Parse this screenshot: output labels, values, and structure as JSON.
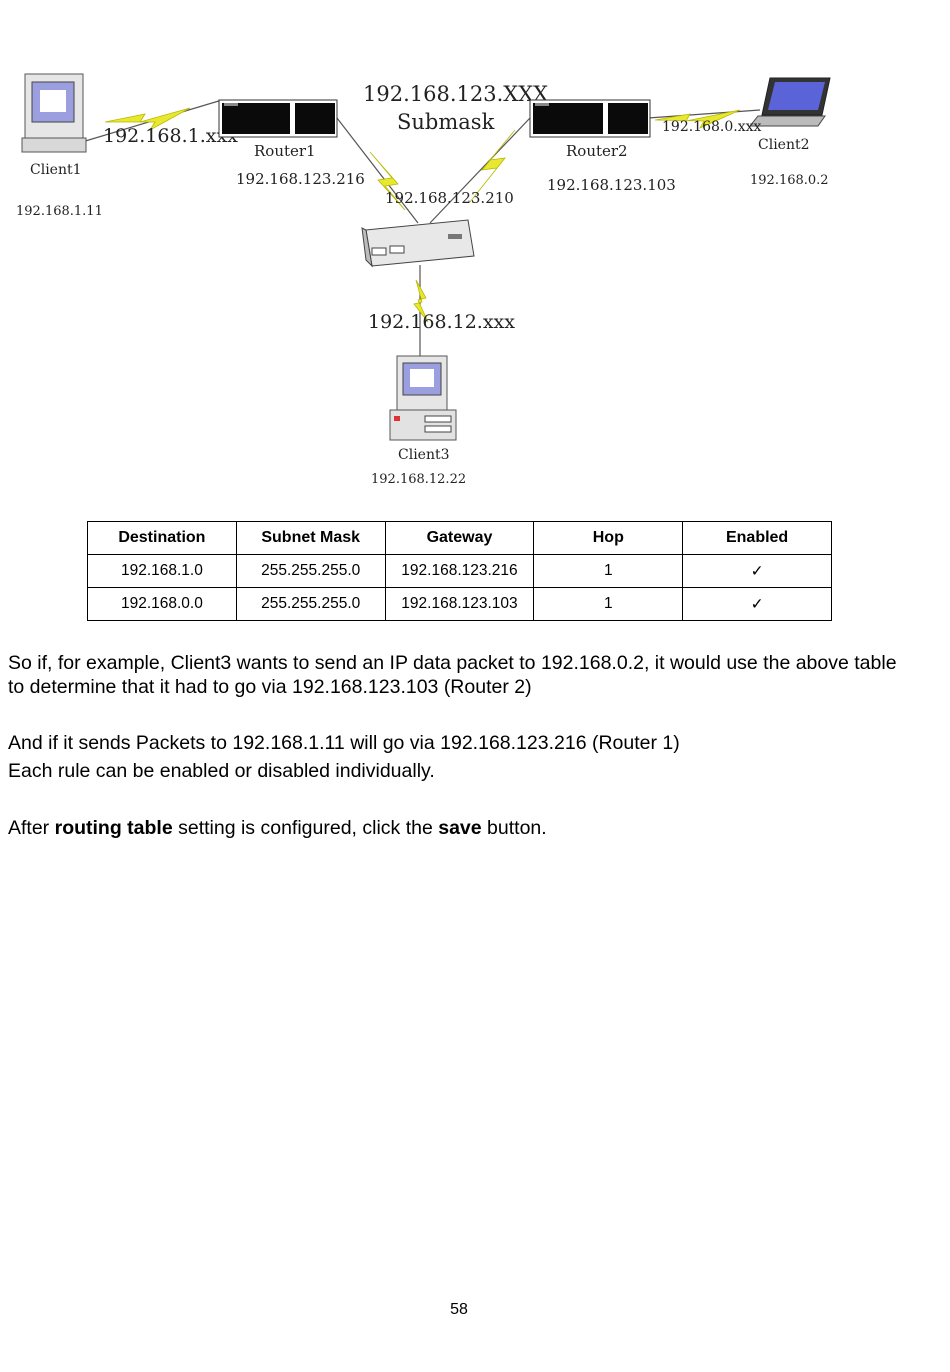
{
  "diagram": {
    "client1": {
      "name": "Client1",
      "ip": "192.168.1.11",
      "link_label": "192.168.1.xxx"
    },
    "router1": {
      "name": "Router1",
      "ip": "192.168.123.216"
    },
    "subnet": {
      "label": "192.168.123.XXX",
      "sublabel": "Submask"
    },
    "router2": {
      "name": "Router2",
      "ip": "192.168.123.103"
    },
    "client2": {
      "name": "Client2",
      "ip": "192.168.0.2",
      "link_label": "192.168.0.xxx"
    },
    "center_router": {
      "ip": "192.168.123.210"
    },
    "client3": {
      "name": "Client3",
      "ip": "192.168.12.22",
      "link_label": "192.168.12.xxx"
    }
  },
  "table": {
    "headers": [
      "Destination",
      "Subnet Mask",
      "Gateway",
      "Hop",
      "Enabled"
    ],
    "rows": [
      [
        "192.168.1.0",
        "255.255.255.0",
        "192.168.123.216",
        "1",
        "✓"
      ],
      [
        "192.168.0.0",
        "255.255.255.0",
        "192.168.123.103",
        "1",
        "✓"
      ]
    ]
  },
  "text": {
    "p1": "So if, for example, Client3 wants to send an IP data packet to 192.168.0.2, it would use the above table to determine that it had to go via 192.168.123.103 (Router 2)",
    "p2": "And if it sends Packets to 192.168.1.11 will go via 192.168.123.216 (Router 1)",
    "p3": "Each rule can be enabled or disabled individually.",
    "p4_a": "After ",
    "p4_b": "routing table",
    "p4_c": " setting is configured, click the ",
    "p4_d": "save",
    "p4_e": " button."
  },
  "page_number": "58"
}
